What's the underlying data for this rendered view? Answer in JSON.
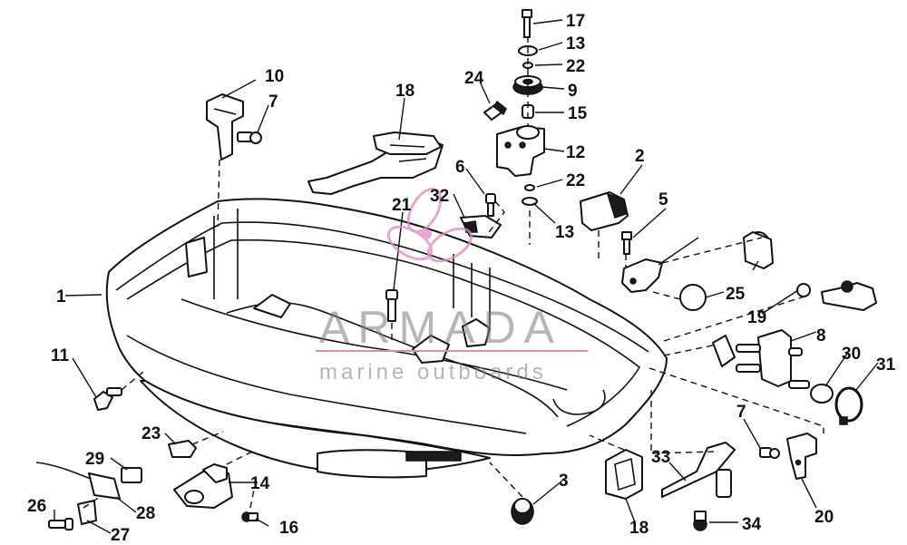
{
  "diagram": {
    "callouts": [
      "1",
      "2",
      "3",
      "5",
      "6",
      "7",
      "7",
      "8",
      "9",
      "10",
      "11",
      "12",
      "13",
      "13",
      "14",
      "15",
      "16",
      "17",
      "18",
      "18",
      "19",
      "20",
      "21",
      "22",
      "22",
      "23",
      "24",
      "25",
      "26",
      "27",
      "28",
      "29",
      "30",
      "31",
      "32",
      "33",
      "34"
    ]
  },
  "watermark": {
    "brand": "ARMADA",
    "tagline": "marine outboards",
    "accent_color": "#d98cbf",
    "logo": "propeller-logo"
  },
  "colors": {
    "line": "#111111",
    "background": "#ffffff"
  }
}
